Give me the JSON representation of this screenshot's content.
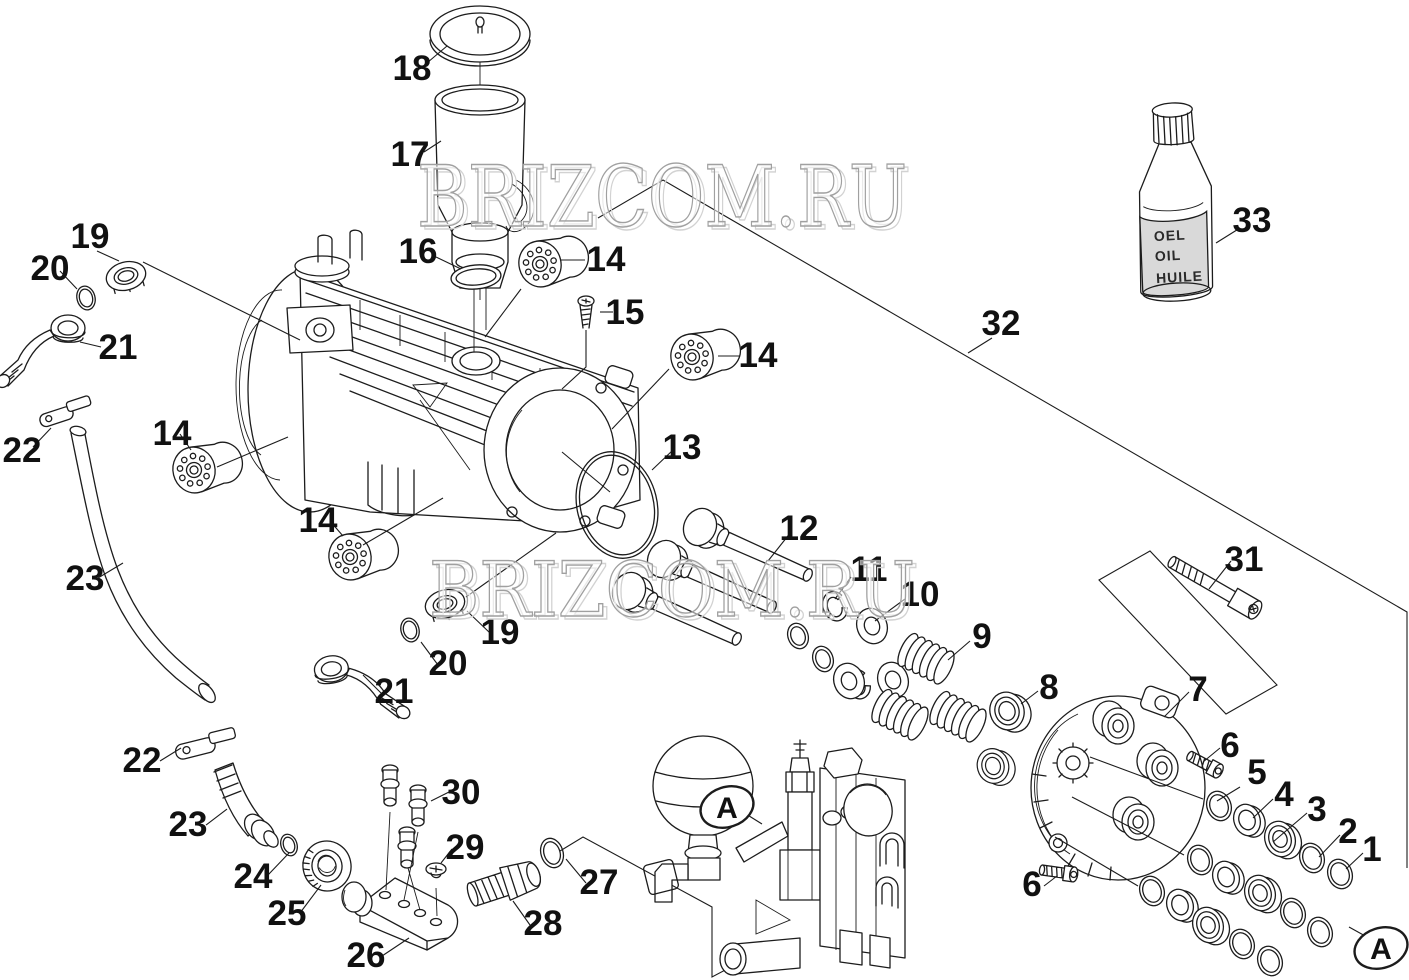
{
  "diagram": {
    "watermark_text": "BRIZCOM.RU",
    "detail_marker": "A",
    "bottle": {
      "line1": "OEL",
      "line2": "OIL",
      "line3": "HUILE"
    },
    "callouts": {
      "c18": "18",
      "c17": "17",
      "c16": "16",
      "c14a": "14",
      "c15": "15",
      "c14b": "14",
      "c19a": "19",
      "c20a": "20",
      "c21a": "21",
      "c22a": "22",
      "c14c": "14",
      "c23a": "23",
      "c14d": "14",
      "c13": "13",
      "c19b": "19",
      "c20b": "20",
      "c21b": "21",
      "c12": "12",
      "c11": "11",
      "c10": "10",
      "c9": "9",
      "c8": "8",
      "c7": "7",
      "c6a": "6",
      "c5": "5",
      "c4": "4",
      "c3": "3",
      "c2": "2",
      "c1": "1",
      "c6b": "6",
      "c22b": "22",
      "c23b": "23",
      "c24": "24",
      "c25": "25",
      "c26": "26",
      "c30": "30",
      "c29": "29",
      "c28": "28",
      "c27": "27",
      "c31": "31",
      "c32": "32",
      "c33": "33"
    },
    "colors": {
      "line": "#1c1c1c",
      "watermark": "#a0a0a0",
      "bottle_fill": "#d9d9d9",
      "background": "#ffffff"
    }
  }
}
